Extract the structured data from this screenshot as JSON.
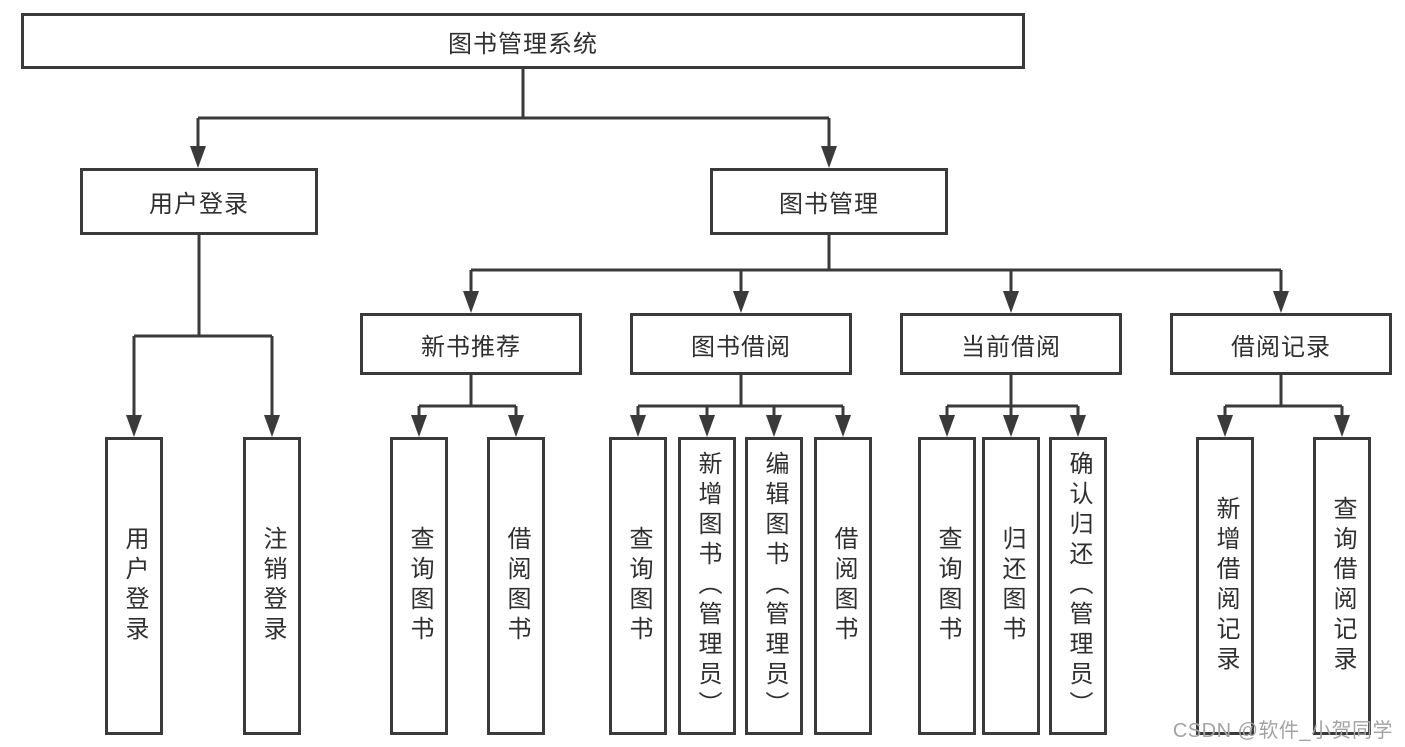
{
  "diagram": {
    "tree": {
      "root": "图书管理系统",
      "branches": [
        {
          "label": "用户登录",
          "children": [
            "用户登录",
            "注销登录"
          ]
        },
        {
          "label": "图书管理",
          "children": [
            {
              "label": "新书推荐",
              "children": [
                "查询图书",
                "借阅图书"
              ]
            },
            {
              "label": "图书借阅",
              "children": [
                "查询图书",
                "新增图书（管理员）",
                "编辑图书（管理员）",
                "借阅图书"
              ]
            },
            {
              "label": "当前借阅",
              "children": [
                "查询图书",
                "归还图书",
                "确认归还（管理员）"
              ]
            },
            {
              "label": "借阅记录",
              "children": [
                "新增借阅记录",
                "查询借阅记录"
              ]
            }
          ]
        }
      ]
    },
    "colors": {
      "line": "#3a3a3a",
      "box_border": "#3a3a3a",
      "box_fill": "#ffffff",
      "text": "#2f2f2f",
      "watermark": "#a3a3a3",
      "background": "#ffffff"
    }
  },
  "watermark": "CSDN @软件_小贺同学"
}
